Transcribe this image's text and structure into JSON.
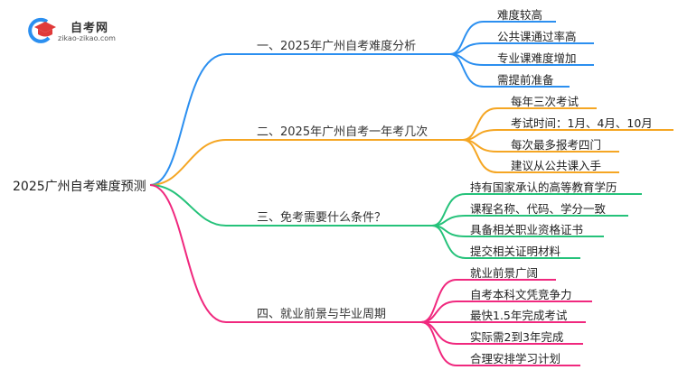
{
  "logo": {
    "name": "自考网",
    "url": "zikao-zikao.com"
  },
  "root": {
    "label": "2025广州自考难度预测"
  },
  "colors": {
    "branch1": "#2b8ff0",
    "branch2": "#f5a623",
    "branch3": "#25c27a",
    "branch4": "#f0287e"
  },
  "branches": [
    {
      "label": "一、2025年广州自考难度分析",
      "leaves": [
        "难度较高",
        "公共课通过率高",
        "专业课难度增加",
        "需提前准备"
      ]
    },
    {
      "label": "二、2025年广州自考一年考几次",
      "leaves": [
        "每年三次考试",
        "考试时间：1月、4月、10月",
        "每次最多报考四门",
        "建议从公共课入手"
      ]
    },
    {
      "label": "三、免考需要什么条件？",
      "leaves": [
        "持有国家承认的高等教育学历",
        "课程名称、代码、学分一致",
        "具备相关职业资格证书",
        "提交相关证明材料"
      ]
    },
    {
      "label": "四、就业前景与毕业周期",
      "leaves": [
        "就业前景广阔",
        "自考本科文凭竞争力",
        "最快1.5年完成考试",
        "实际需2到3年完成",
        "合理安排学习计划"
      ]
    }
  ]
}
